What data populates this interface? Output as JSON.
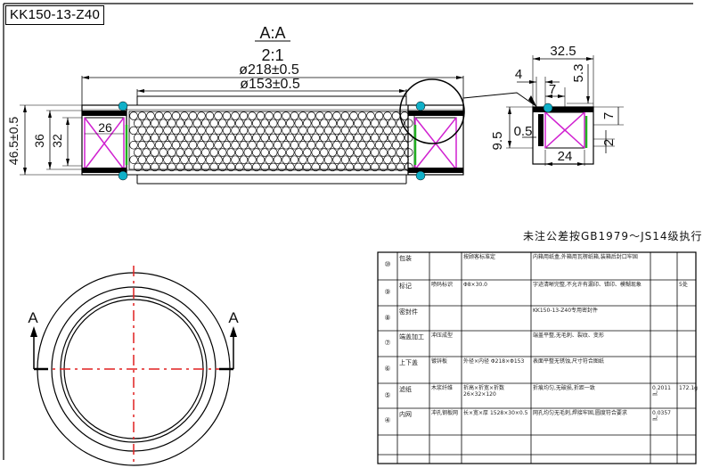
{
  "title_tag": "KK150-13-Z40",
  "section_view": {
    "label": "A:A",
    "scale": "2:1",
    "dim_outer": "ø218±0.5",
    "dim_inner": "ø153±0.5",
    "dim_height_total": "46.5±0.5",
    "dim_36": "36",
    "dim_32": "32",
    "dim_26": "26"
  },
  "detail_view": {
    "dim_32_5": "32.5",
    "dim_4": "4",
    "dim_7_top": "7",
    "dim_5_3": "5.3",
    "dim_9_5": "9.5",
    "dim_0_5": "0.5",
    "dim_7_right": "7",
    "dim_2": "2",
    "dim_24": "24"
  },
  "plan_view": {
    "cut_left": "A",
    "cut_right": "A"
  },
  "tolerance_note": "未注公差按GB1979～JS14级执行",
  "table": {
    "rows": [
      {
        "idx": "⑩",
        "name": "包装",
        "spec": "",
        "req1": "按顾客标准定",
        "req2": "内箱用纸盒,外箱用瓦楞纸箱,装箱后封口牢固",
        "val": "",
        "unit": ""
      },
      {
        "idx": "⑨",
        "name": "标记",
        "spec": "喷码标识",
        "req1": "Φ8×30.0",
        "req2": "字迹清晰完整,不允许有漏印、错印、模糊现象",
        "val": "",
        "unit": "5处"
      },
      {
        "idx": "⑧",
        "name": "密封件",
        "spec": "",
        "req1": "",
        "req2": "KK150-13-Z40专用密封件",
        "val": "",
        "unit": ""
      },
      {
        "idx": "⑦",
        "name": "端盖加工",
        "spec": "冲压成型",
        "req1": "",
        "req2": "端盖平整,无毛刺、裂纹、变形",
        "val": "",
        "unit": ""
      },
      {
        "idx": "⑥",
        "name": "上下盖",
        "spec": "镀锌板",
        "req1": "外径×内径 Φ218×Φ153",
        "req2": "表面平整无锈蚀,尺寸符合图纸",
        "val": "",
        "unit": ""
      },
      {
        "idx": "⑤",
        "name": "滤纸",
        "spec": "木浆纤维",
        "req1": "折高×折宽×折数 26×32×120",
        "req2": "折痕均匀,无破损,折距一致",
        "val": "0.2011㎡",
        "unit": "172.1g"
      },
      {
        "idx": "④",
        "name": "内网",
        "spec": "冲孔钢板网",
        "req1": "长×宽×厚 1528×30×0.5",
        "req2": "网孔均匀无毛刺,焊接牢固,圆度符合要求",
        "val": "0.0357㎡",
        "unit": ""
      }
    ]
  }
}
